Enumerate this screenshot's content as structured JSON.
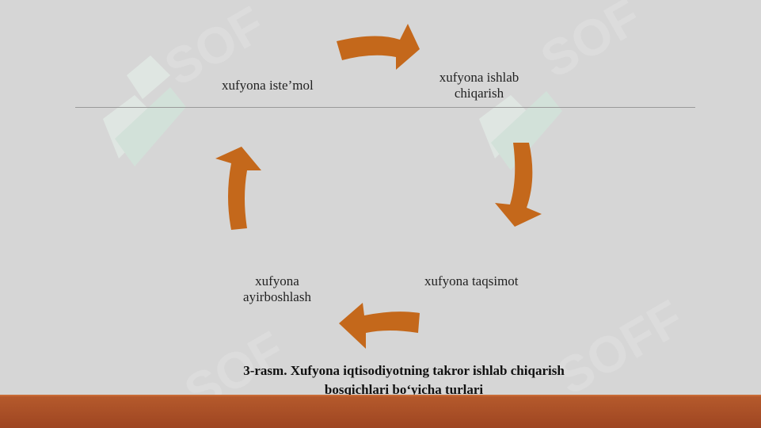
{
  "diagram": {
    "nodes": {
      "consumption": "xufyona iste’mol",
      "production_line1": "xufyona ishlab",
      "production_line2": "chiqarish",
      "distribution": "xufyona taqsimot",
      "exchange_line1": "xufyona",
      "exchange_line2": "ayirboshlash"
    },
    "arrow_color": "#c4681b"
  },
  "caption": {
    "line1": "3-rasm. Xufyona iqtisodiyotning takror ishlab chiqarish",
    "line2": "bosqichlari bo‘yicha turlari"
  },
  "colors": {
    "background": "#d6d6d6",
    "footer": "#a94d25",
    "watermark": "#ffffff"
  }
}
